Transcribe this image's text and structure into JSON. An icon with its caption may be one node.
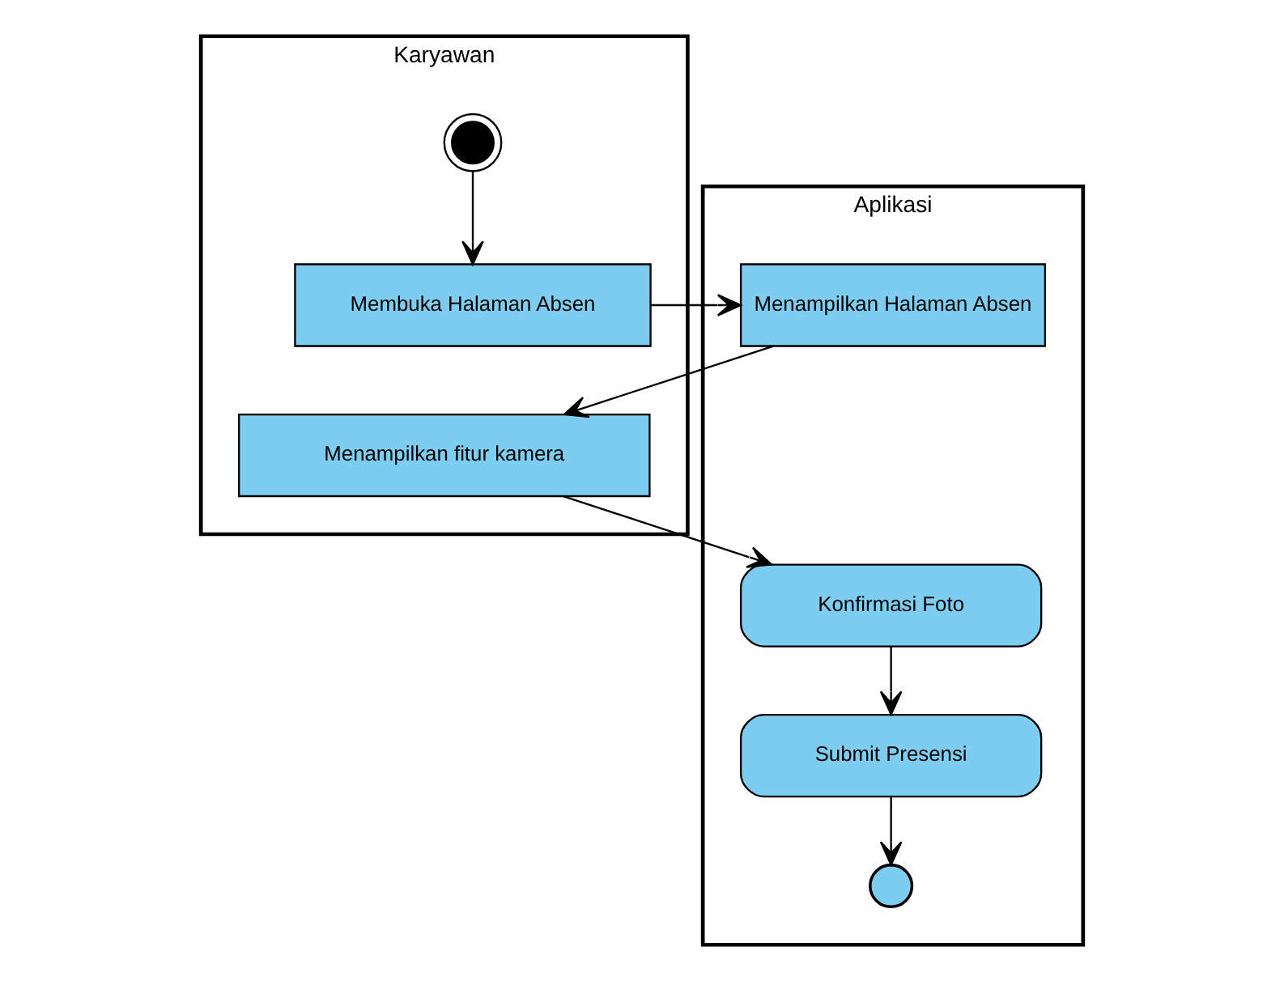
{
  "diagram": {
    "nodes": [
      {
        "text": [
          "Karyawan"
        ]
      },
      {
        "text": [
          "Aplikasi"
        ]
      },
      {
        "text": [],
        "shape": "circle",
        "in": 0
      },
      {
        "text": [
          "Membuka Halaman Absen"
        ],
        "in": 0
      },
      {
        "text": [
          "Menampilkan Halaman Absen"
        ],
        "in": 1
      },
      {
        "text": [
          "Menampilkan fitur kamera"
        ],
        "in": 0
      },
      {
        "text": [
          "Konfirmasi Foto"
        ],
        "in": 1
      },
      {
        "text": [
          "Submit Presensi"
        ],
        "in": 1
      },
      {
        "text": [],
        "shape": "circle",
        "in": 1
      }
    ],
    "edges": [
      {
        "from": 2,
        "to": 3,
        "arrow": "to"
      },
      {
        "from": 3,
        "to": 4,
        "arrow": "to"
      },
      {
        "from": 4,
        "to": 5,
        "arrow": "to"
      },
      {
        "from": 5,
        "to": 6,
        "arrow": "to"
      },
      {
        "from": 6,
        "to": 7,
        "arrow": "to"
      },
      {
        "from": 7,
        "to": 8,
        "arrow": "to"
      }
    ]
  }
}
